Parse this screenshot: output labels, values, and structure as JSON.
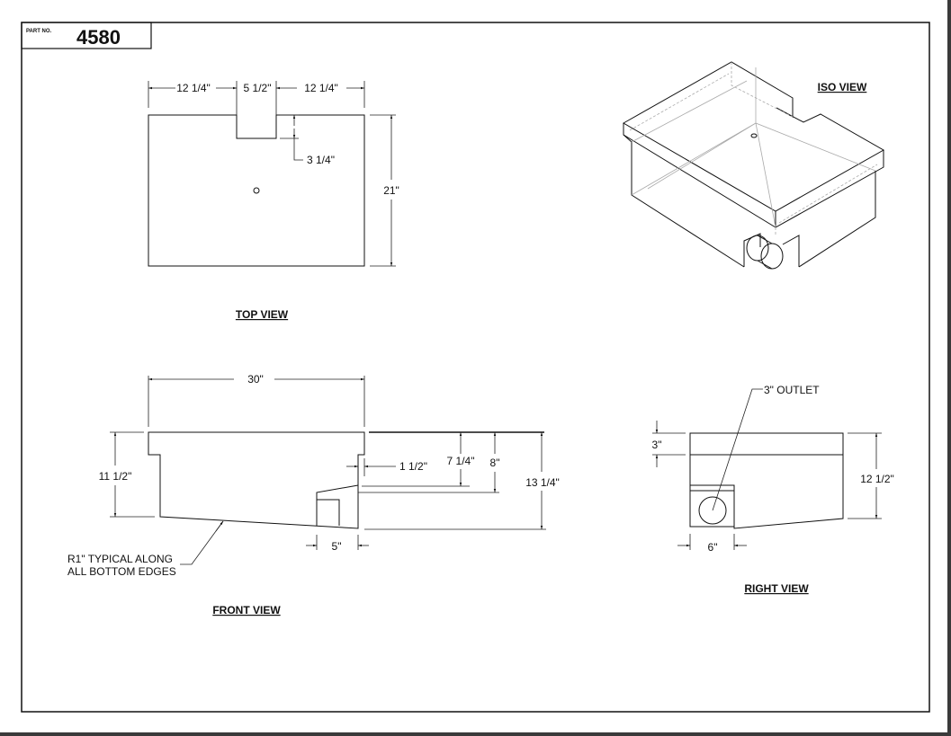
{
  "title_block": {
    "part_no_label": "PART NO.",
    "part_no": "4580"
  },
  "top_view": {
    "label": "TOP VIEW",
    "dims": {
      "left": "12 1/4\"",
      "notch_width": "5 1/2\"",
      "right": "12 1/4\"",
      "notch_depth": "3 1/4\"",
      "depth": "21\""
    }
  },
  "front_view": {
    "label": "FRONT VIEW",
    "dims": {
      "width": "30\"",
      "body_height": "11 1/2\"",
      "lip": "1 1/2\"",
      "d1": "7 1/4\"",
      "d2": "8\"",
      "overall_height": "13 1/4\"",
      "outlet_width": "5\""
    },
    "note_line1": "R1\" TYPICAL ALONG",
    "note_line2": "ALL BOTTOM EDGES"
  },
  "right_view": {
    "label": "RIGHT VIEW",
    "dims": {
      "lip": "3\"",
      "height": "12 1/2\"",
      "outlet_width": "6\""
    },
    "outlet_callout": "3\" OUTLET"
  },
  "iso_view": {
    "label": "ISO VIEW"
  }
}
